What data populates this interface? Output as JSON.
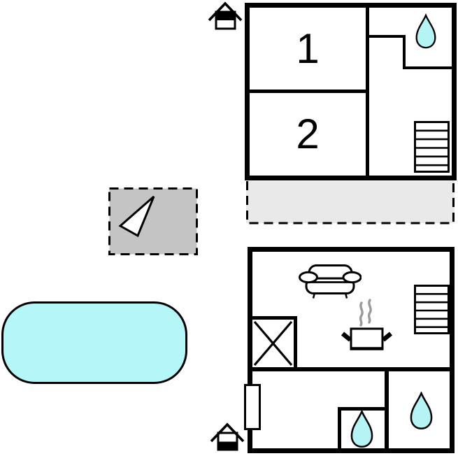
{
  "upper_floor": {
    "rooms": [
      {
        "label": "1"
      },
      {
        "label": "2"
      }
    ]
  },
  "colors": {
    "wall": "#000000",
    "water": "#b5f3f4",
    "pool_fill": "#b5f6f8",
    "compass_fill": "#c4c4c4",
    "terrace_fill": "#e9e9e9",
    "steam": "#9a9a9a",
    "arrow_fill": "#ffffff"
  },
  "icons": {
    "bathroom": "water-drop-icon",
    "stairs": "staircase-icon",
    "entrance": "house-entrance-icon",
    "orientation": "compass-arrow-icon",
    "living_area": "sofa-icon",
    "kitchen": "pot-with-steam-icon",
    "storage": "crossed-square-icon",
    "door": "door-marker",
    "pool": "swimming-pool",
    "terrace": "terrace-area"
  }
}
